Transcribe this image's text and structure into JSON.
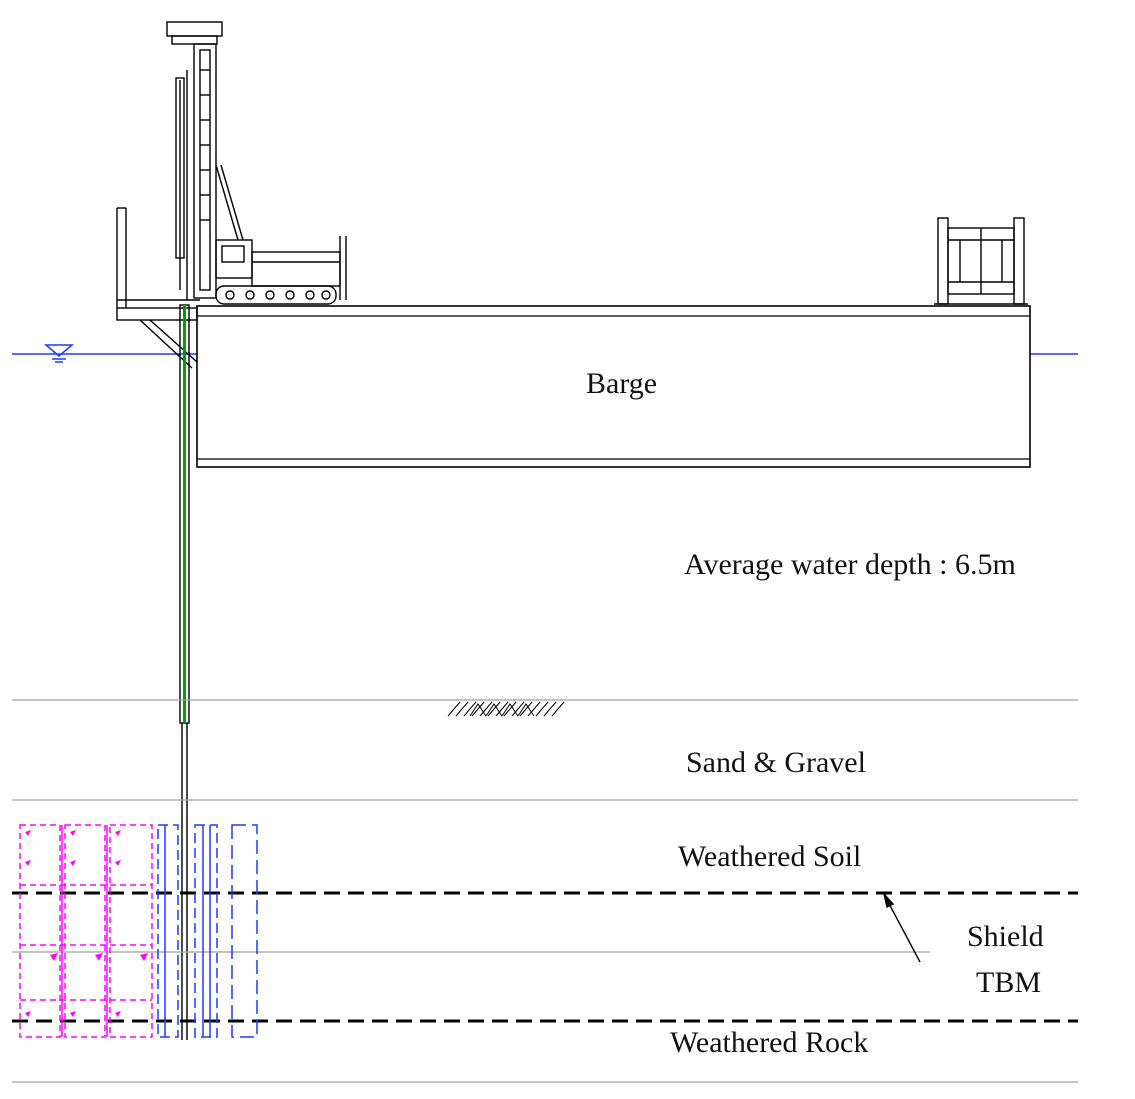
{
  "labels": {
    "barge": "Barge",
    "water_depth": "Average water depth : 6.5m",
    "sand_gravel": "Sand & Gravel",
    "weathered_soil": "Weathered Soil",
    "shield_line1": "Shield",
    "shield_line2": "TBM",
    "weathered_rock": "Weathered Rock"
  },
  "colors": {
    "line": "#000000",
    "water": "#1a3cff",
    "casing": "#00a000",
    "segment_magenta": "#ff00ff",
    "segment_blue": "#1a3cff",
    "layer_boundary": "#a0a0a0"
  },
  "icons": {
    "water_level": "water-level-triangle-icon",
    "seabed": "seabed-hatch-icon",
    "rig": "drilling-rig-icon",
    "winch": "winch-drum-icon"
  }
}
